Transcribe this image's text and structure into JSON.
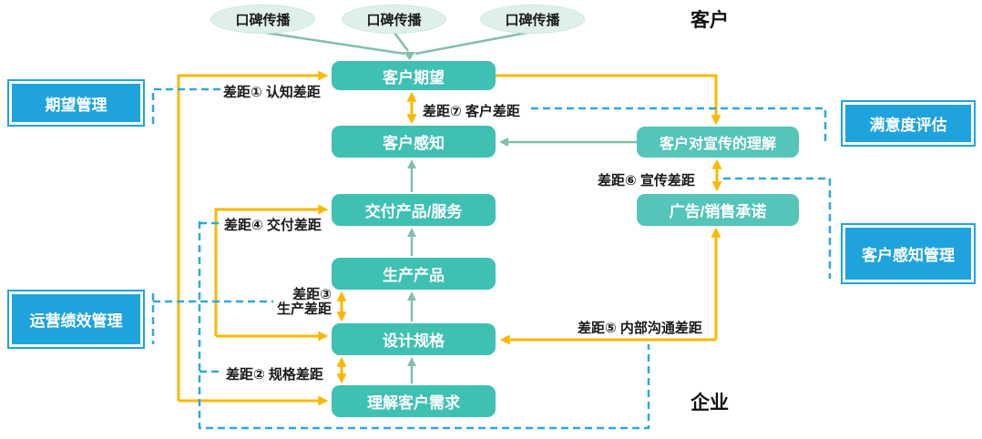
{
  "diagram": {
    "region_labels": {
      "customer": "客户",
      "enterprise": "企业"
    },
    "ellipses": [
      {
        "label": "口碑传播"
      },
      {
        "label": "口碑传播"
      },
      {
        "label": "口碑传播"
      }
    ],
    "center_nodes": [
      {
        "id": "customer-expectation",
        "label": "客户期望"
      },
      {
        "id": "customer-perception",
        "label": "客户感知"
      },
      {
        "id": "deliver-product-service",
        "label": "交付产品/服务"
      },
      {
        "id": "produce-product",
        "label": "生产产品"
      },
      {
        "id": "design-spec",
        "label": "设计规格"
      },
      {
        "id": "understand-customer-needs",
        "label": "理解客户需求"
      }
    ],
    "right_nodes": [
      {
        "id": "customer-understanding-of-promotion",
        "label": "客户对宣传的理解"
      },
      {
        "id": "ad-sales-promise",
        "label": "广告/销售承诺"
      }
    ],
    "management_boxes": [
      {
        "id": "expectation-management",
        "label": "期望管理"
      },
      {
        "id": "operation-performance-management",
        "label": "运营绩效管理"
      },
      {
        "id": "satisfaction-evaluation",
        "label": "满意度评估"
      },
      {
        "id": "customer-perception-management",
        "label": "客户感知管理"
      }
    ],
    "gap_labels": {
      "gap1": "差距① 认知差距",
      "gap2": "差距② 规格差距",
      "gap3": "差距③\n生产差距",
      "gap4": "差距④ 交付差距",
      "gap5": "差距⑤ 内部沟通差距",
      "gap6": "差距⑥ 宣传差距",
      "gap7": "差距⑦ 客户差距"
    },
    "colors": {
      "node_teal": "#3EC1B3",
      "right_node_teal": "#54C5B8",
      "ellipse_mint": "#DFF0EA",
      "management_blue": "#1FA3DD",
      "arrow_yellow": "#FBB800",
      "arrow_green": "#82C0A6",
      "dashed_blue": "#2EA7E0",
      "text_dark": "#1A1A1A"
    }
  }
}
